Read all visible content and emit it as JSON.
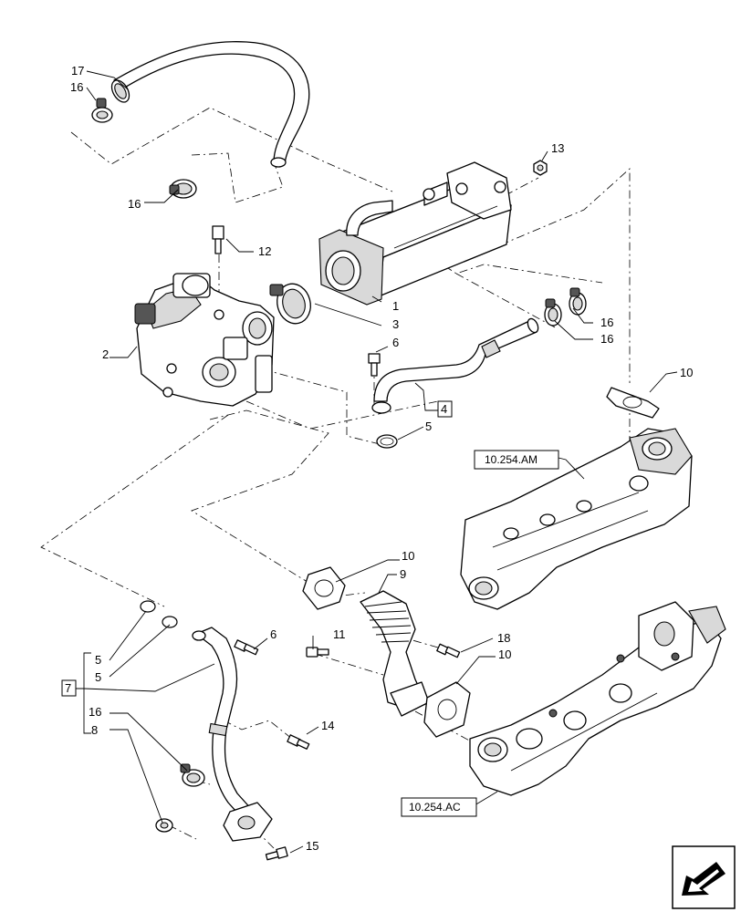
{
  "callouts": {
    "c1": "1",
    "c2": "2",
    "c3": "3",
    "c4": "4",
    "c5a": "5",
    "c5b": "5",
    "c5c": "5",
    "c6a": "6",
    "c6b": "6",
    "c7": "7",
    "c8": "8",
    "c9": "9",
    "c10a": "10",
    "c10b": "10",
    "c10c": "10",
    "c11": "11",
    "c12": "12",
    "c13": "13",
    "c14": "14",
    "c15": "15",
    "c16a": "16",
    "c16b": "16",
    "c16c": "16",
    "c16d": "16",
    "c16e": "16",
    "c17": "17",
    "c18": "18"
  },
  "references": {
    "upper_manifold": "10.254.AM",
    "lower_manifold": "10.254.AC"
  },
  "nav_icon": "arrow-icon"
}
